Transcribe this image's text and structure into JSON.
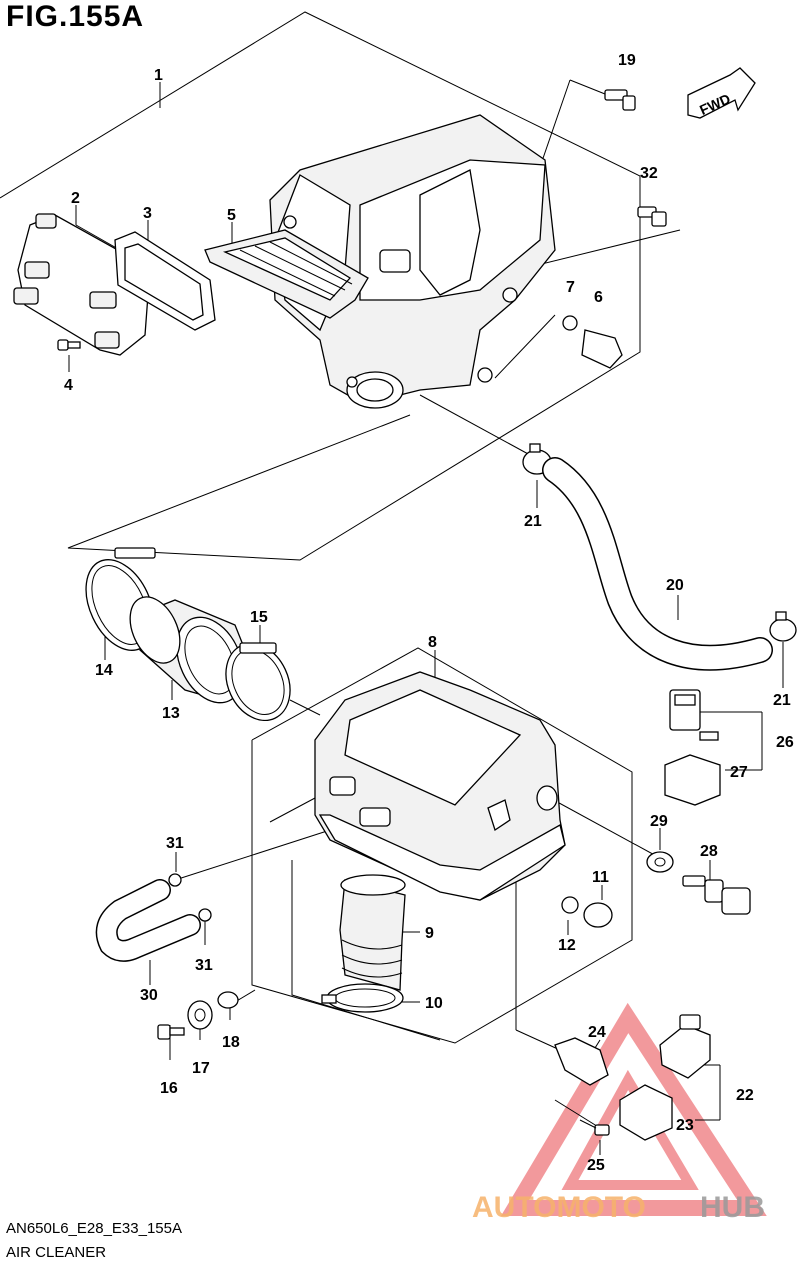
{
  "title": "FIG.155A",
  "footer": {
    "code": "AN650L6_E28_E33_155A",
    "name": "AIR CLEANER"
  },
  "fwd_label": "FWD",
  "watermark": {
    "text_a": "AUTOMOTO",
    "text_b": "HUB",
    "color_a": "#f6b26b",
    "color_b": "#9a9a9a",
    "triangle_color": "#e8474c"
  },
  "callouts": {
    "c1": "1",
    "c2": "2",
    "c3": "3",
    "c4": "4",
    "c5": "5",
    "c6": "6",
    "c7": "7",
    "c8": "8",
    "c9": "9",
    "c10": "10",
    "c11": "11",
    "c12": "12",
    "c13": "13",
    "c14": "14",
    "c15": "15",
    "c16": "16",
    "c17": "17",
    "c18": "18",
    "c19": "19",
    "c20": "20",
    "c21a": "21",
    "c21b": "21",
    "c22": "22",
    "c23": "23",
    "c24": "24",
    "c25": "25",
    "c26": "26",
    "c27": "27",
    "c28": "28",
    "c29": "29",
    "c30": "30",
    "c31a": "31",
    "c31b": "31",
    "c32": "32"
  }
}
